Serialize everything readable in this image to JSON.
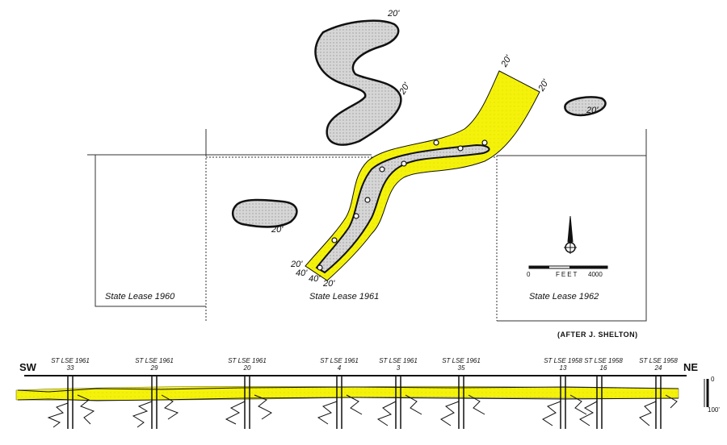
{
  "map": {
    "contours": {
      "blob_top_a": "20'",
      "blob_top_b": "20'",
      "channel_top": "20'",
      "channel_right": "20'",
      "blob_right": "20'",
      "blob_left": "20'",
      "channel_end_20a": "20'",
      "channel_end_40a": "40'",
      "channel_end_40b": "40'",
      "channel_end_20b": "20'"
    },
    "leases": {
      "left": "State Lease 1960",
      "center": "State Lease 1961",
      "right": "State Lease 1962"
    },
    "scale": {
      "start": "0",
      "unit": "FEET",
      "end": "4000"
    },
    "credit": "(AFTER J. SHELTON)",
    "colors": {
      "sand": "#f4f20a",
      "shale_fill": "#d4d4d4",
      "line": "#111111"
    }
  },
  "section": {
    "left_dir": "SW",
    "right_dir": "NE",
    "wells": [
      {
        "name": "ST LSE 1961",
        "num": "33"
      },
      {
        "name": "ST LSE 1961",
        "num": "29"
      },
      {
        "name": "ST LSE 1961",
        "num": "20"
      },
      {
        "name": "ST LSE 1961",
        "num": "4"
      },
      {
        "name": "ST LSE 1961",
        "num": "3"
      },
      {
        "name": "ST LSE 1961",
        "num": "35"
      },
      {
        "name": "ST LSE 1958",
        "num": "13"
      },
      {
        "name": "ST LSE 1958",
        "num": "16"
      },
      {
        "name": "ST LSE 1958",
        "num": "24"
      }
    ],
    "scale_top": "0",
    "scale_bottom": "100'"
  }
}
